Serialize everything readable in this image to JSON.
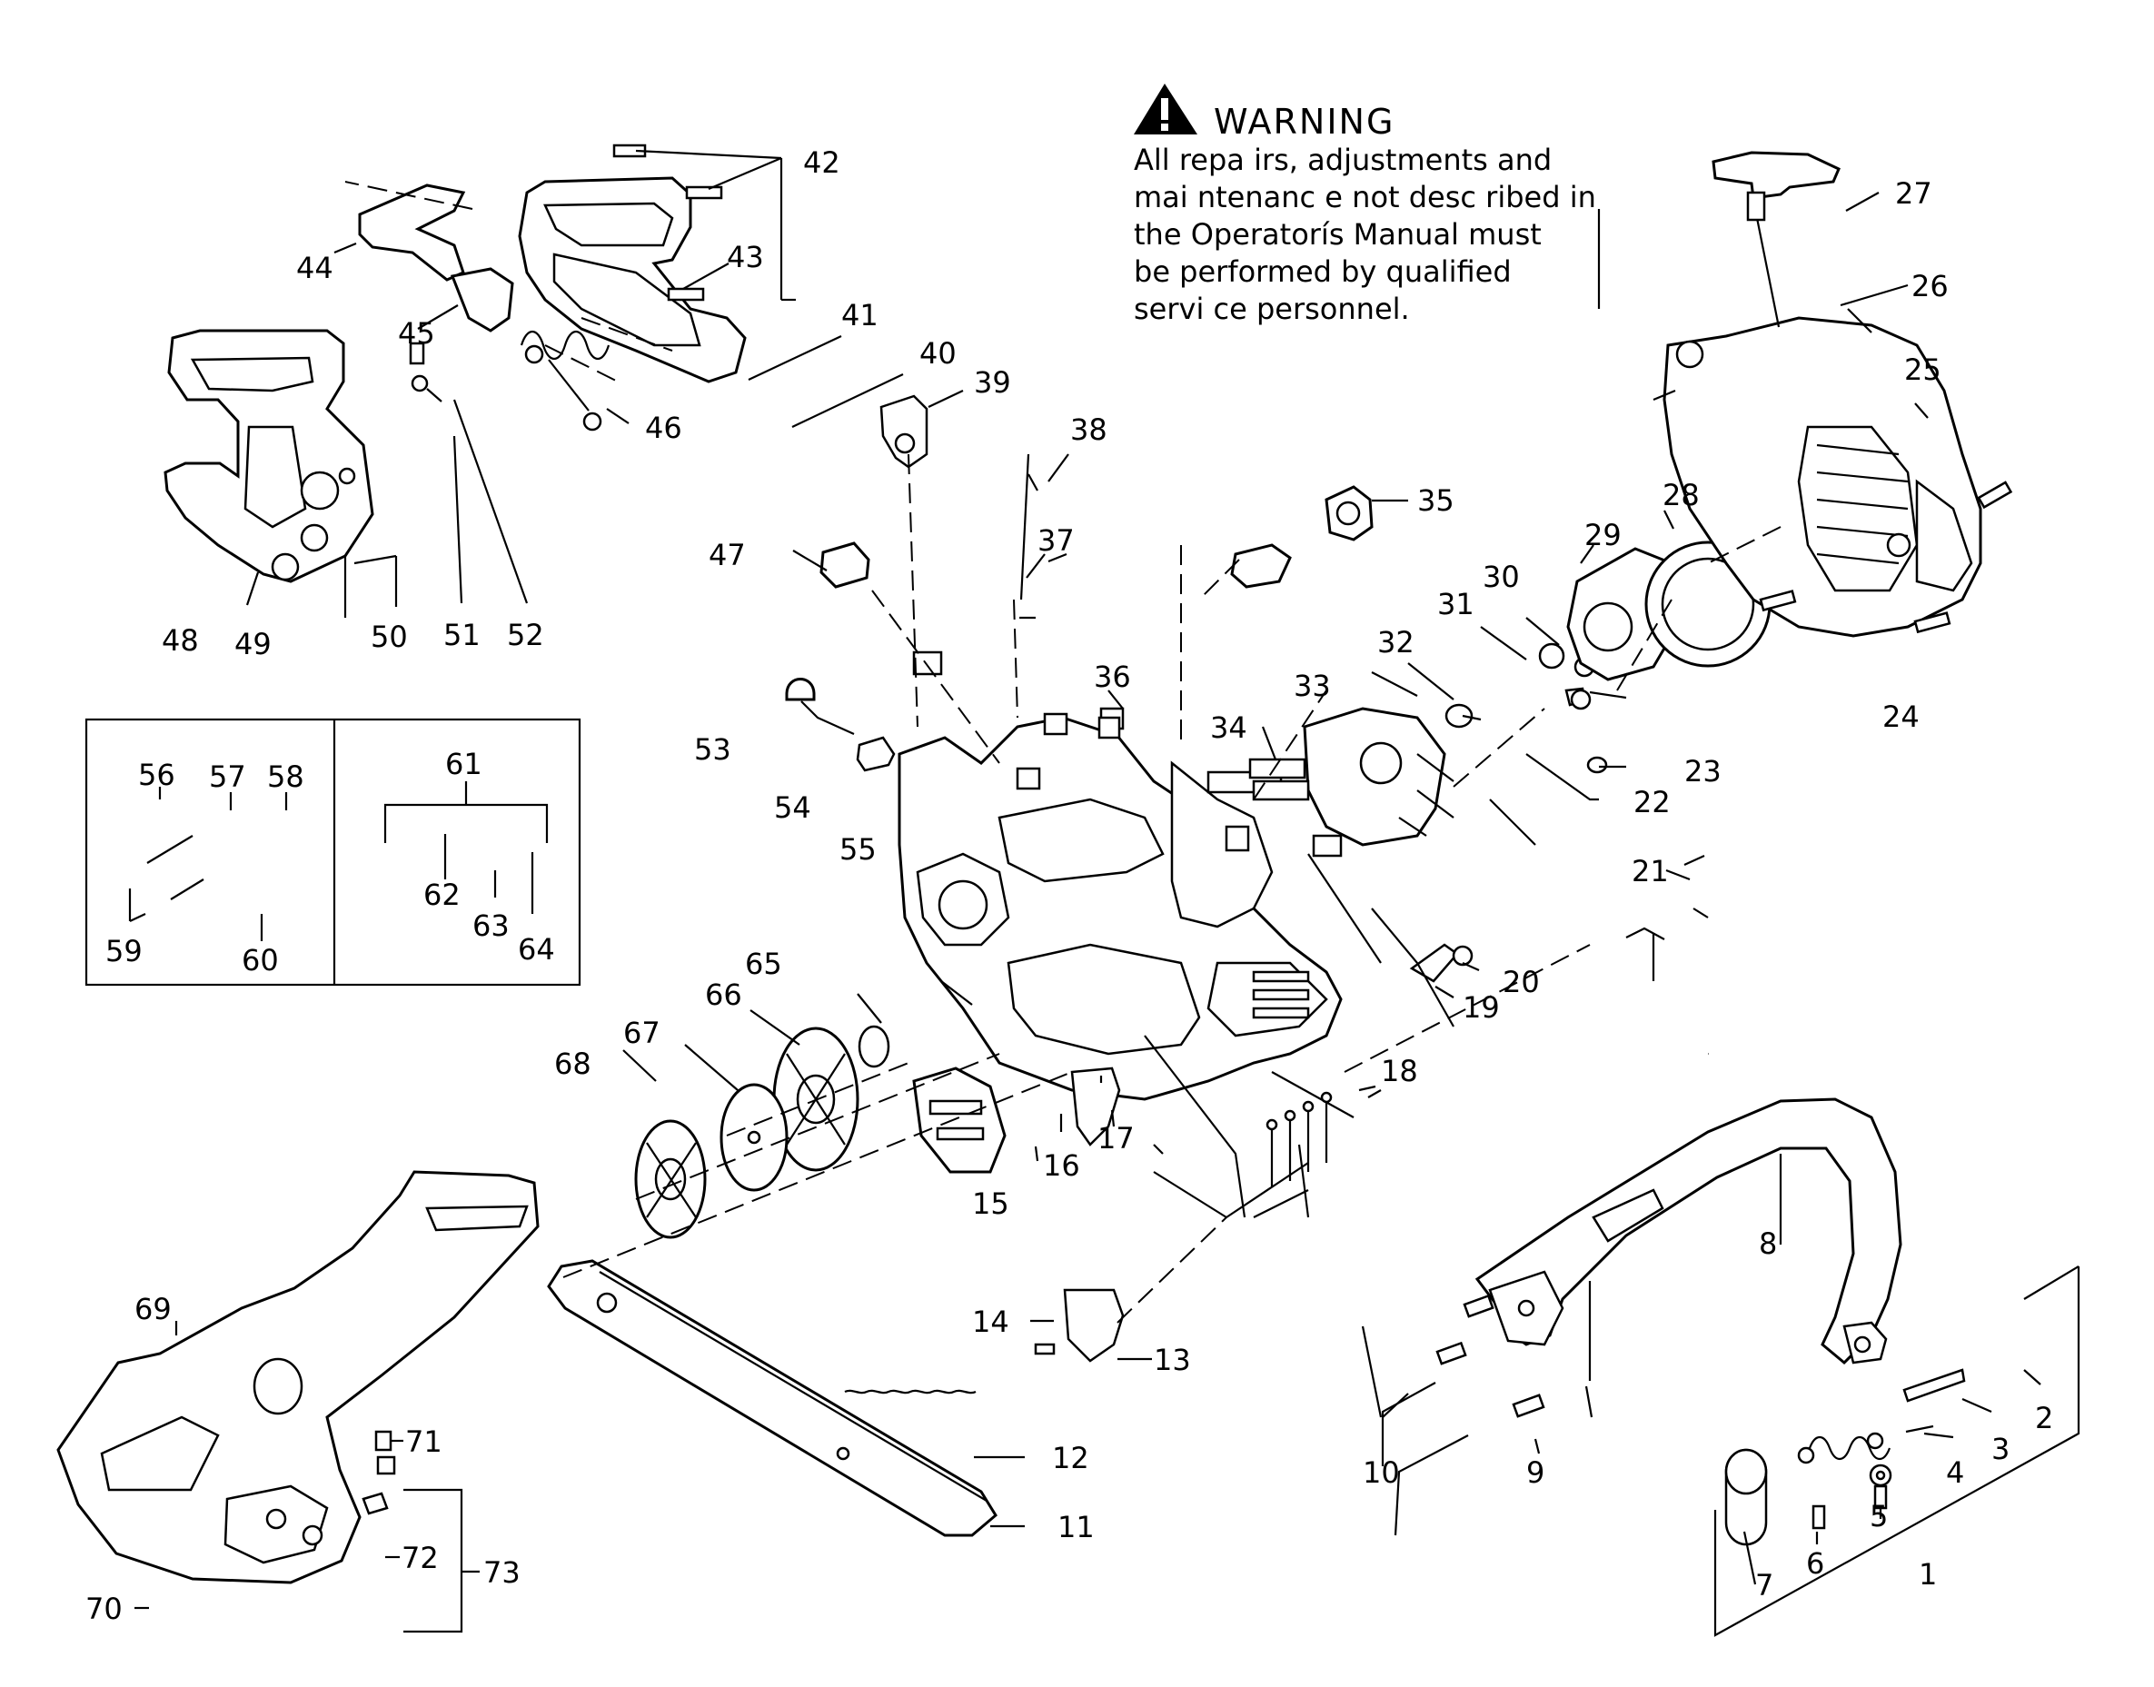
{
  "warning": {
    "title": "WARNING",
    "lines": [
      "All repa irs, adjustments and",
      "mai ntenanc e not desc ribed in",
      "the Operatorís Manual must",
      "be performed by qualified",
      "servi ce personnel."
    ],
    "icon": "warning-triangle-icon"
  },
  "labels": [
    "1",
    "2",
    "3",
    "4",
    "5",
    "6",
    "7",
    "8",
    "9",
    "10",
    "11",
    "12",
    "13",
    "14",
    "15",
    "16",
    "17",
    "18",
    "19",
    "20",
    "21",
    "22",
    "23",
    "24",
    "25",
    "26",
    "27",
    "28",
    "29",
    "30",
    "31",
    "32",
    "33",
    "34",
    "35",
    "36",
    "37",
    "38",
    "39",
    "40",
    "41",
    "42",
    "43",
    "44",
    "45",
    "46",
    "47",
    "48",
    "49",
    "50",
    "51",
    "52",
    "53",
    "54",
    "55",
    "56",
    "57",
    "58",
    "59",
    "60",
    "61",
    "62",
    "63",
    "64",
    "65",
    "66",
    "67",
    "68",
    "69",
    "70",
    "71",
    "72",
    "73"
  ]
}
